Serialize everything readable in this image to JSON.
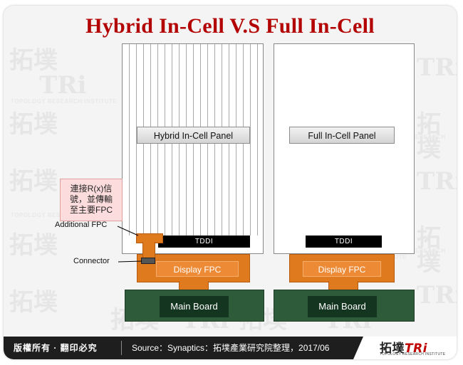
{
  "title": "Hybrid In-Cell V.S Full In-Cell",
  "hybrid": {
    "panel_label": "Hybrid In-Cell Panel",
    "tddi_label": "TDDI",
    "fpc_label": "Display FPC",
    "board_label": "Main Board",
    "additional_fpc_label": "Additional FPC",
    "connector_label": "Connector",
    "callout_text": "連接R(x)信\n號，並傳輸\n至主要FPC"
  },
  "full": {
    "panel_label": "Full In-Cell Panel",
    "tddi_label": "TDDI",
    "fpc_label": "Display FPC",
    "board_label": "Main Board"
  },
  "footer": {
    "copyright": "版權所有 · 翻印必究",
    "source": "Source：Synaptics：拓墣產業研究院整理，2017/06"
  },
  "logo": {
    "text_cn": "拓墣",
    "text_tri": "TRi",
    "subtitle": "TOPOLOGY RESEARCH INSTITUTE"
  },
  "watermark": {
    "text_cn": "拓墣",
    "text_tri": "TRi",
    "subtitle": "TOPOLOGY RESEARCH INSTITUTE"
  },
  "colors": {
    "title": "#b30000",
    "fpc": "#e07a1e",
    "board": "#2e5b3a",
    "tddi": "#000000",
    "callout": "#fcdcdc"
  }
}
